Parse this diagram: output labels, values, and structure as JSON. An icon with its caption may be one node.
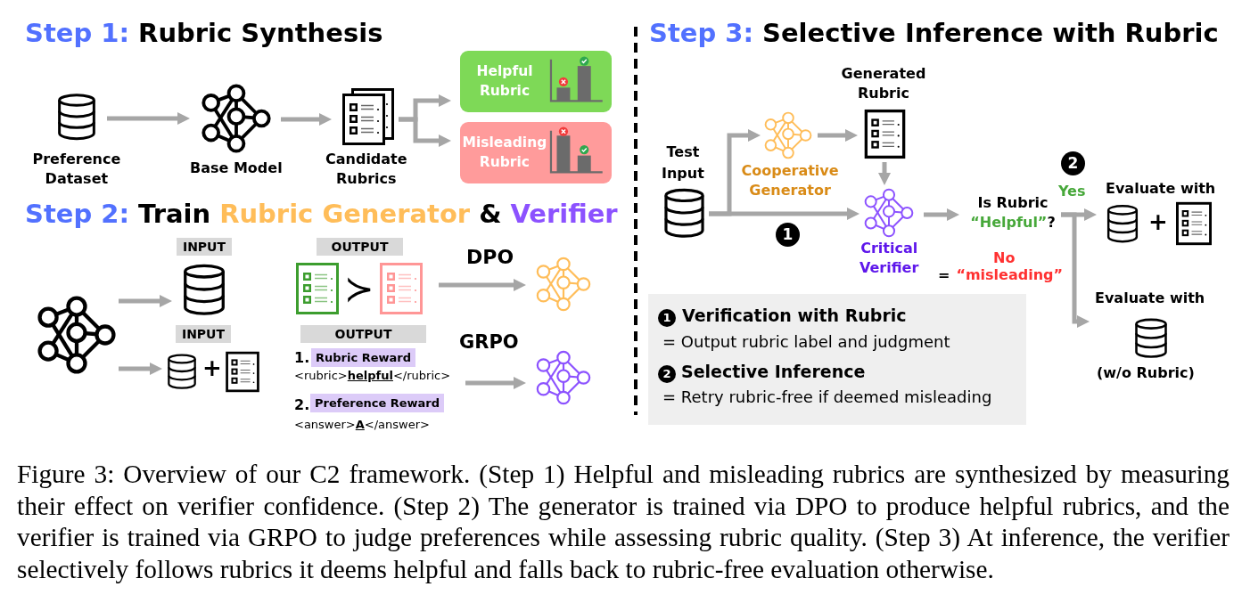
{
  "diagram": {
    "nodes": [
      {
        "text": [],
        "shape": "cylinder",
        "beside": [
          "Preference Dataset"
        ]
      },
      {
        "text": [],
        "shape": "picture",
        "beside": [
          "Base Model"
        ]
      },
      {
        "text": [],
        "shape": "picture",
        "beside": [
          "Candidate Rubrics"
        ]
      },
      {
        "text": [
          "Helpful Rubric"
        ]
      },
      {
        "text": [
          "Misleading Rubric"
        ]
      },
      {
        "text": [],
        "shape": "picture"
      },
      {
        "text": [
          "INPUT"
        ]
      },
      {
        "text": [
          "OUTPUT",
          "≻"
        ]
      },
      {
        "text": [],
        "shape": "picture"
      },
      {
        "text": [
          "INPUT",
          "+"
        ]
      },
      {
        "text": [
          "OUTPUT",
          "1.",
          "Rubric Reward",
          "<rubric>**helpful**</rubric>",
          "2.",
          "Preference Reward",
          "<answer>**A**</answer>"
        ]
      },
      {
        "text": [],
        "shape": "picture"
      },
      {
        "text": [],
        "shape": "cylinder",
        "beside": [
          "Test Input"
        ]
      },
      {
        "text": [],
        "shape": "picture",
        "beside": [
          "Cooperative Generator"
        ]
      },
      {
        "text": [],
        "shape": "picture",
        "beside": [
          "Generated Rubric"
        ]
      },
      {
        "text": [],
        "shape": "picture",
        "beside": [
          "Critical Verifier"
        ]
      },
      {
        "text": [
          "Is Rubric",
          "“Helpful”",
          "?"
        ]
      },
      {
        "text": [
          "Evaluate with",
          "+"
        ]
      },
      {
        "text": [
          "Evaluate with",
          "(w/o Rubric)"
        ]
      },
      {
        "text": [
          "1",
          "Verification with Rubric",
          "= Output rubric label and judgment",
          "2",
          "Selective Inference",
          "= Retry rubric-free if deemed misleading"
        ]
      }
    ],
    "edges": [
      {
        "from": 0,
        "to": 1,
        "arrow": "to"
      },
      {
        "from": 1,
        "to": 2,
        "arrow": "to"
      },
      {
        "from": 2,
        "to": 3,
        "arrow": "to"
      },
      {
        "from": 2,
        "to": 4,
        "arrow": "to"
      },
      {
        "from": 5,
        "to": 6,
        "arrow": "to"
      },
      {
        "from": 5,
        "to": 9,
        "arrow": "to"
      },
      {
        "from": 7,
        "to": 8,
        "arrow": "to",
        "label": "DPO"
      },
      {
        "from": 10,
        "to": 11,
        "arrow": "to",
        "label": "GRPO"
      },
      {
        "from": 12,
        "to": 13,
        "arrow": "to"
      },
      {
        "from": 12,
        "to": 15,
        "arrow": "to"
      },
      {
        "from": 13,
        "to": 14,
        "arrow": "to"
      },
      {
        "from": 14,
        "to": 15,
        "arrow": "to"
      },
      {
        "from": 15,
        "to": 16,
        "arrow": "to"
      },
      {
        "from": 16,
        "to": 17,
        "arrow": "to",
        "label": "Yes"
      },
      {
        "from": 16,
        "to": 18,
        "arrow": "to",
        "label": "No"
      }
    ],
    "labels": [
      "Step 1:",
      "Rubric Synthesis",
      "Step 2:",
      "Train",
      "Rubric Generator",
      "&",
      "Verifier",
      "Step 3:",
      "Selective Inference with Rubric",
      "2",
      "1",
      "=",
      "“misleading”"
    ],
    "caption": "Figure 3: Overview of our C2 framework. (Step 1) Helpful and misleading rubrics are synthesized by measuring their effect on verifier confidence. (Step 2) The generator is trained via DPO to produce helpful rubrics, and the verifier is trained via GRPO to judge preferences while assessing rubric quality. (Step 3) At inference, the verifier selectively follows rubrics it deems helpful and falls back to rubric-free evaluation otherwise."
  }
}
